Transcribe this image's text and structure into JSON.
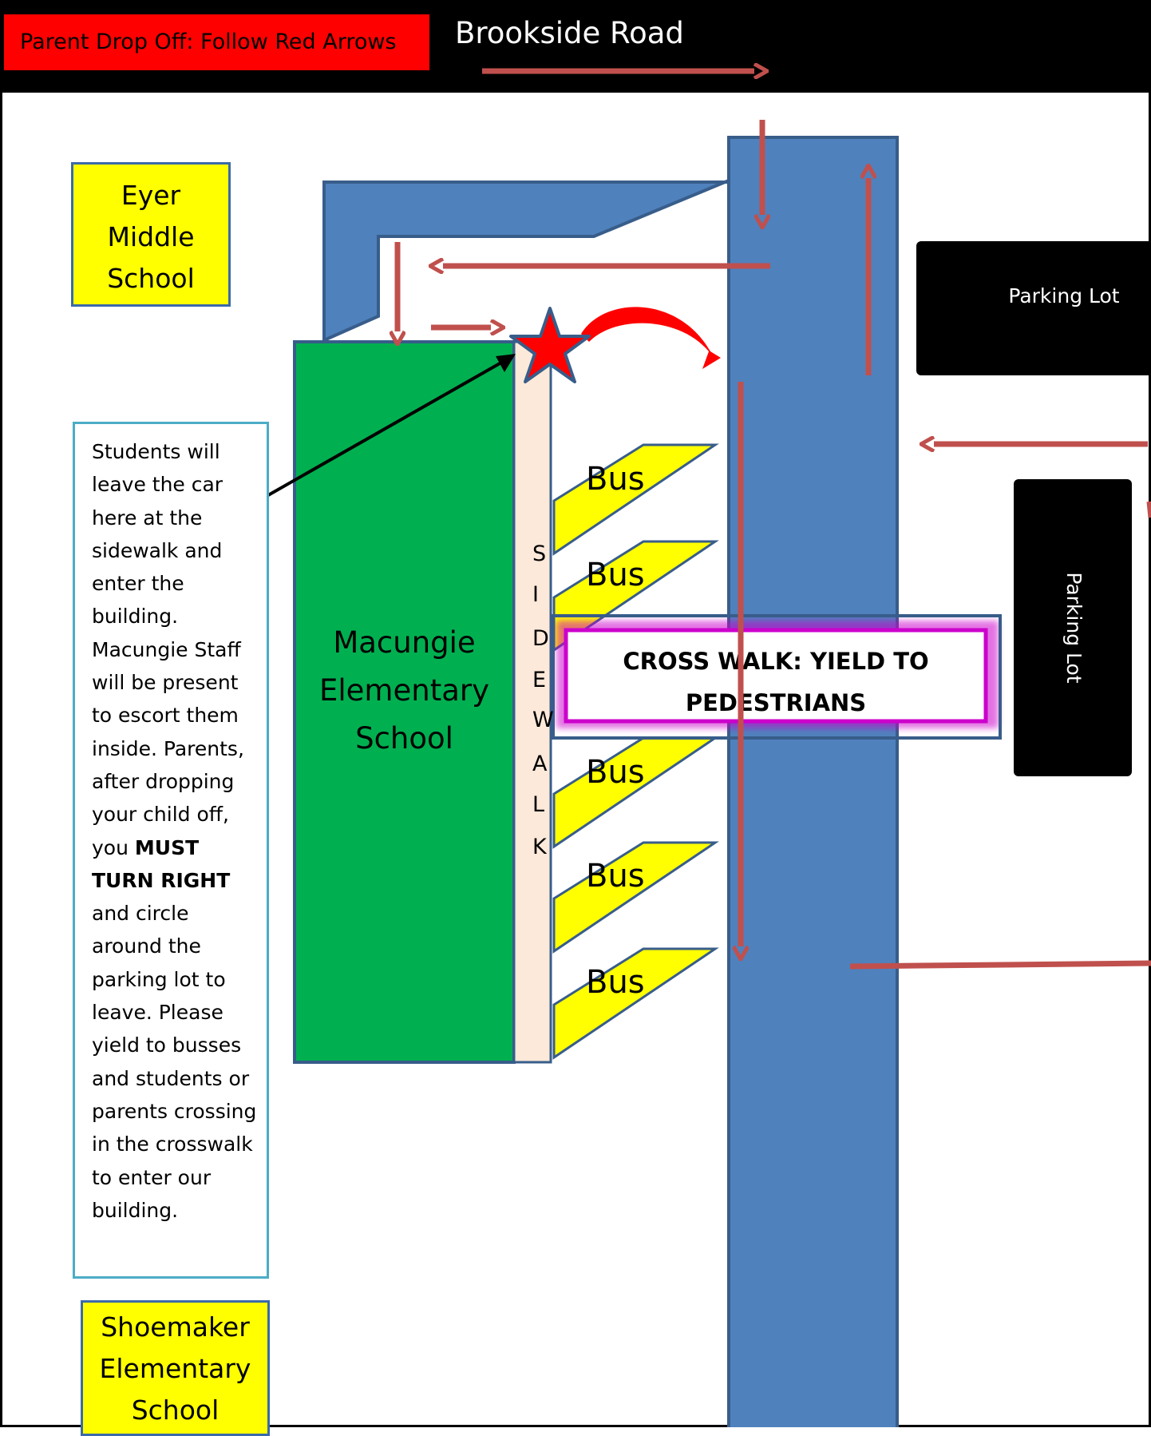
{
  "legend": {
    "label": "Parent Drop Off:  Follow Red Arrows",
    "color": "#ff0000"
  },
  "road": {
    "label": "Brookside Road"
  },
  "schools": {
    "eyer": {
      "line1": "Eyer",
      "line2": "Middle",
      "line3": "School"
    },
    "macungie": {
      "line1": "Macungie",
      "line2": "Elementary",
      "line3": "School"
    },
    "shoemaker": {
      "line1": "Shoemaker",
      "line2": "Elementary",
      "line3": "School"
    }
  },
  "parking": {
    "lot1": "Parking Lot",
    "lot2": "Parking Lot"
  },
  "sidewalk": {
    "letters": [
      "S",
      "I",
      "D",
      "E",
      "W",
      "A",
      "L",
      "K"
    ]
  },
  "bus_label": "Bus",
  "bus_count": 5,
  "crosswalk": {
    "line1": "CROSS WALK:  YIELD TO",
    "line2": "PEDESTRIANS"
  },
  "info": {
    "part1": "Students will leave the car here at the sidewalk and enter the building. Macungie Staff will be present to escort them inside.  Parents, after dropping your child off, you ",
    "bold": "MUST TURN RIGHT",
    "part2": " and circle around the parking lot to leave.  Please yield to busses and students or parents crossing in the crosswalk to enter our building."
  },
  "colors": {
    "road": "#4f81bd",
    "road_border": "#385d8a",
    "arrow": "#c0504d",
    "school_green": "#00b050",
    "school_yellow": "#ffff00",
    "sidewalk": "#fde9d9",
    "crosswalk_border": "#cc00cc",
    "star": "#ff0000",
    "top_bar": "#000000"
  }
}
